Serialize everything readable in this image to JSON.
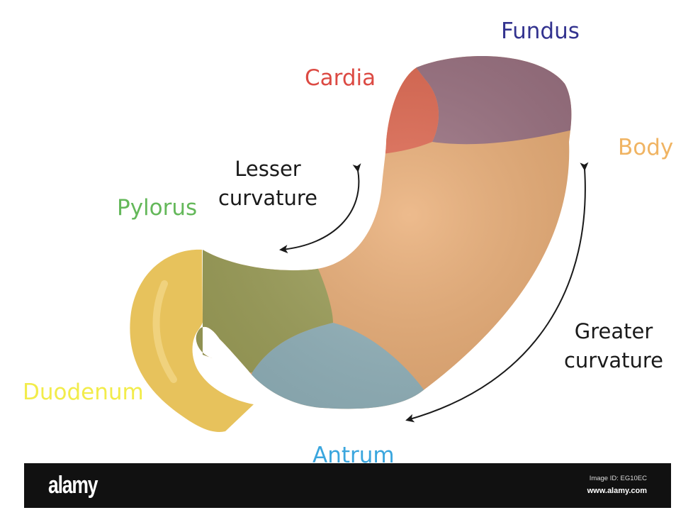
{
  "labels": {
    "fundus": "Fundus",
    "cardia": "Cardia",
    "body": "Body",
    "pylorus": "Pylorus",
    "lesser_line1": "Lesser",
    "lesser_line2": "curvature",
    "greater_line1": "Greater",
    "greater_line2": "curvature",
    "duodenum": "Duodenum",
    "antrum": "Antrum"
  },
  "colors": {
    "fundus": "#9a7080",
    "cardia": "#e0674f",
    "body": "#e9ac74",
    "pylorus": "#9fa15a",
    "antrum": "#93b4bd",
    "duodenum": "#e7c25c",
    "fundus_label": "#33338f",
    "cardia_label": "#dc4a43",
    "body_label": "#f0b463",
    "pylorus_label": "#64b85a",
    "duodenum_label": "#f2ec4a",
    "antrum_label": "#3aa6de"
  },
  "footer": {
    "brand": "alamy",
    "image_id": "Image ID: EG10EC",
    "site": "www.alamy.com"
  }
}
